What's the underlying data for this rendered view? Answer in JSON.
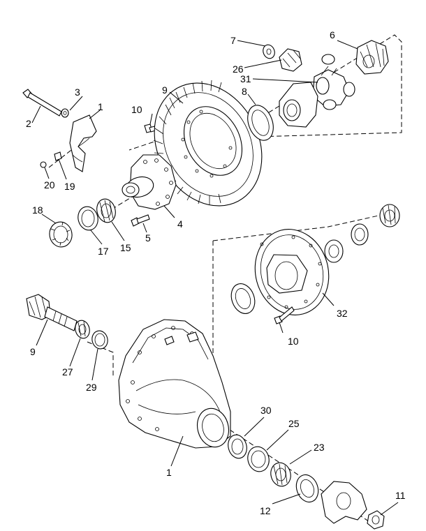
{
  "callouts": {
    "c1a": "1",
    "c1b": "1",
    "c2": "2",
    "c3": "3",
    "c4": "4",
    "c5": "5",
    "c6": "6",
    "c7": "7",
    "c8": "8",
    "c9a": "9",
    "c9b": "9",
    "c10a": "10",
    "c10b": "10",
    "c11": "11",
    "c12": "12",
    "c15": "15",
    "c17": "17",
    "c18": "18",
    "c19": "19",
    "c20": "20",
    "c23": "23",
    "c25": "25",
    "c26": "26",
    "c27": "27",
    "c29": "29",
    "c30": "30",
    "c31": "31",
    "c32": "32"
  }
}
